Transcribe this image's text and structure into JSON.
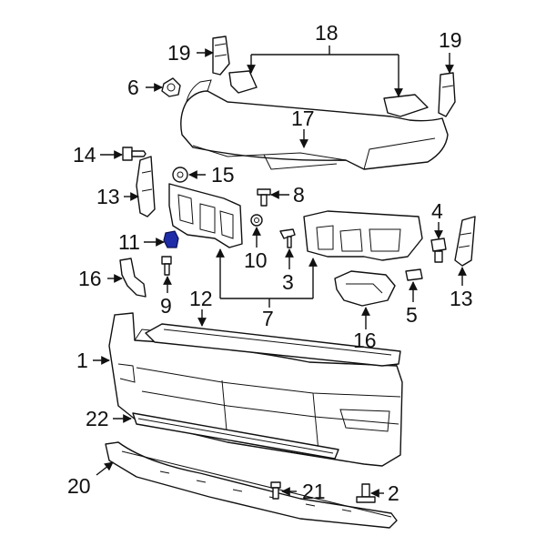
{
  "diagram": {
    "callouts": [
      {
        "id": "c1",
        "label": "1"
      },
      {
        "id": "c2",
        "label": "2"
      },
      {
        "id": "c3",
        "label": "3"
      },
      {
        "id": "c4",
        "label": "4"
      },
      {
        "id": "c5",
        "label": "5"
      },
      {
        "id": "c6",
        "label": "6"
      },
      {
        "id": "c7",
        "label": "7"
      },
      {
        "id": "c8",
        "label": "8"
      },
      {
        "id": "c9",
        "label": "9"
      },
      {
        "id": "c10",
        "label": "10"
      },
      {
        "id": "c11",
        "label": "11"
      },
      {
        "id": "c12",
        "label": "12"
      },
      {
        "id": "c13a",
        "label": "13"
      },
      {
        "id": "c13b",
        "label": "13"
      },
      {
        "id": "c14",
        "label": "14"
      },
      {
        "id": "c15",
        "label": "15"
      },
      {
        "id": "c16a",
        "label": "16"
      },
      {
        "id": "c16b",
        "label": "16"
      },
      {
        "id": "c17",
        "label": "17"
      },
      {
        "id": "c18",
        "label": "18"
      },
      {
        "id": "c19a",
        "label": "19"
      },
      {
        "id": "c19b",
        "label": "19"
      },
      {
        "id": "c20",
        "label": "20"
      },
      {
        "id": "c21",
        "label": "21"
      },
      {
        "id": "c22",
        "label": "22"
      }
    ],
    "highlight_color": "#1f2ca8",
    "line_color": "#111111"
  }
}
